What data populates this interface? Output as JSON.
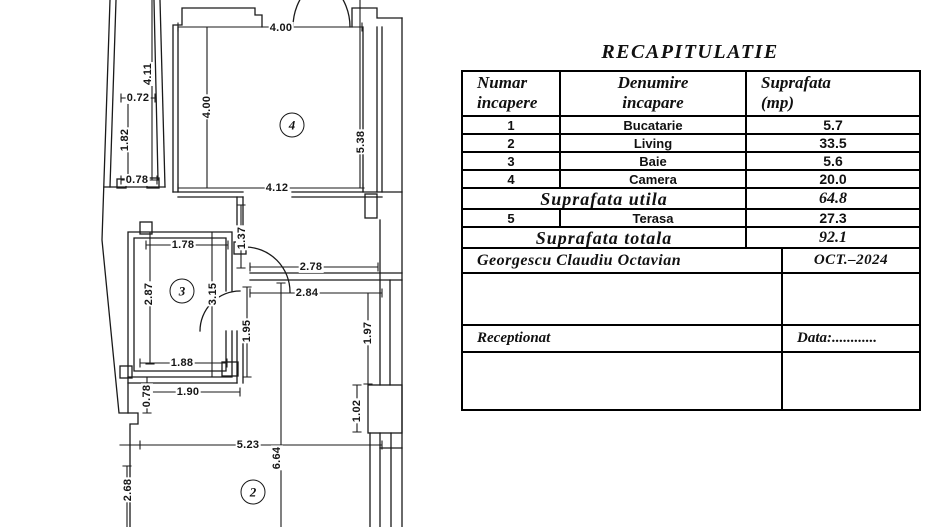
{
  "title": "RECAPITULATIE",
  "table": {
    "header": {
      "col1_line1": "Numar",
      "col1_line2": "incapere",
      "col2_line1": "Denumire",
      "col2_line2": "incapare",
      "col3_line1": "Suprafata",
      "col3_line2": "(mp)"
    },
    "rows": [
      {
        "num": "1",
        "name": "Bucatarie",
        "area": "5.7"
      },
      {
        "num": "2",
        "name": "Living",
        "area": "33.5"
      },
      {
        "num": "3",
        "name": "Baie",
        "area": "5.6"
      },
      {
        "num": "4",
        "name": "Camera",
        "area": "20.0"
      }
    ],
    "utila": {
      "label": "Suprafata utila",
      "value": "64.8"
    },
    "row5": {
      "num": "5",
      "name": "Terasa",
      "area": "27.3"
    },
    "totala": {
      "label": "Suprafata totala",
      "value": "92.1"
    },
    "signature": {
      "name": "Georgescu Claudiu Octavian",
      "date": "OCT.–2024",
      "received_label": "Receptionat",
      "date_label": "Data:............"
    }
  },
  "plan": {
    "rooms": {
      "r2": "2",
      "r3": "3",
      "r4": "4"
    },
    "dims": {
      "top_400": "4.00",
      "strip_411": "4.11",
      "strip_072": "0.72",
      "strip_182": "1.82",
      "strip_078": "0.78",
      "r4_400": "4.00",
      "r4_538": "5.38",
      "r4_412": "4.12",
      "hall_137": "1.37",
      "bath_178": "1.78",
      "hall_278": "2.78",
      "hall_284": "2.84",
      "bath_287": "2.87",
      "bath_315": "3.15",
      "bath_195": "1.95",
      "right_197": "1.97",
      "bath_188": "1.88",
      "bath_190": "1.90",
      "bath_078": "0.78",
      "right_102": "1.02",
      "r2_523": "5.23",
      "r2_664": "6.64",
      "r2_268": "2.68"
    }
  }
}
